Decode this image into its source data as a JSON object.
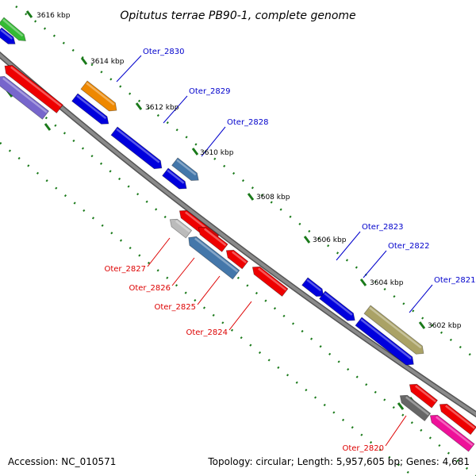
{
  "title": "Opitutus terrae PB90-1, complete genome",
  "footer": {
    "accession": "Accession: NC_010571",
    "summary": "Topology: circular; Length: 5,957,605 bp; Genes: 4,681"
  },
  "colors": {
    "backbone_fill": "#8a8a8a",
    "tick": "#1a7a1a",
    "label_forward": "#0000cc",
    "label_reverse": "#dd0000"
  },
  "kbp_labels": [
    "3616 kbp",
    "3614 kbp",
    "3612 kbp",
    "3610 kbp",
    "3608 kbp",
    "3606 kbp",
    "3604 kbp",
    "3602 kbp"
  ],
  "gene_labels": {
    "forward": [
      "Oter_2830",
      "Oter_2829",
      "Oter_2828",
      "Oter_2823",
      "Oter_2822",
      "Oter_2821"
    ],
    "reverse": [
      "Oter_2827",
      "Oter_2826",
      "Oter_2825",
      "Oter_2824",
      "Oter_2820"
    ]
  },
  "genes": [
    {
      "color": "#33bb33",
      "strand": "forward"
    },
    {
      "color": "#0000dd",
      "strand": "forward"
    },
    {
      "color": "#ee0000",
      "strand": "reverse"
    },
    {
      "color": "#7766cc",
      "strand": "reverse"
    },
    {
      "color": "#ee8800",
      "strand": "forward"
    },
    {
      "color": "#0000dd",
      "strand": "forward"
    },
    {
      "color": "#0000dd",
      "strand": "forward"
    },
    {
      "color": "#4477aa",
      "strand": "forward"
    },
    {
      "color": "#0000dd",
      "strand": "forward"
    },
    {
      "color": "#ee0000",
      "strand": "reverse"
    },
    {
      "color": "#bbbbbb",
      "strand": "reverse"
    },
    {
      "color": "#ee0000",
      "strand": "reverse"
    },
    {
      "color": "#4477aa",
      "strand": "reverse"
    },
    {
      "color": "#ee0000",
      "strand": "reverse"
    },
    {
      "color": "#ee0000",
      "strand": "reverse"
    },
    {
      "color": "#0000dd",
      "strand": "forward"
    },
    {
      "color": "#0000dd",
      "strand": "forward"
    },
    {
      "color": "#0000dd",
      "strand": "forward"
    },
    {
      "color": "#aaa266",
      "strand": "forward"
    },
    {
      "color": "#ee0000",
      "strand": "reverse"
    },
    {
      "color": "#666666",
      "strand": "reverse"
    },
    {
      "color": "#ee0000",
      "strand": "reverse"
    },
    {
      "color": "#ee1199",
      "strand": "reverse"
    }
  ]
}
